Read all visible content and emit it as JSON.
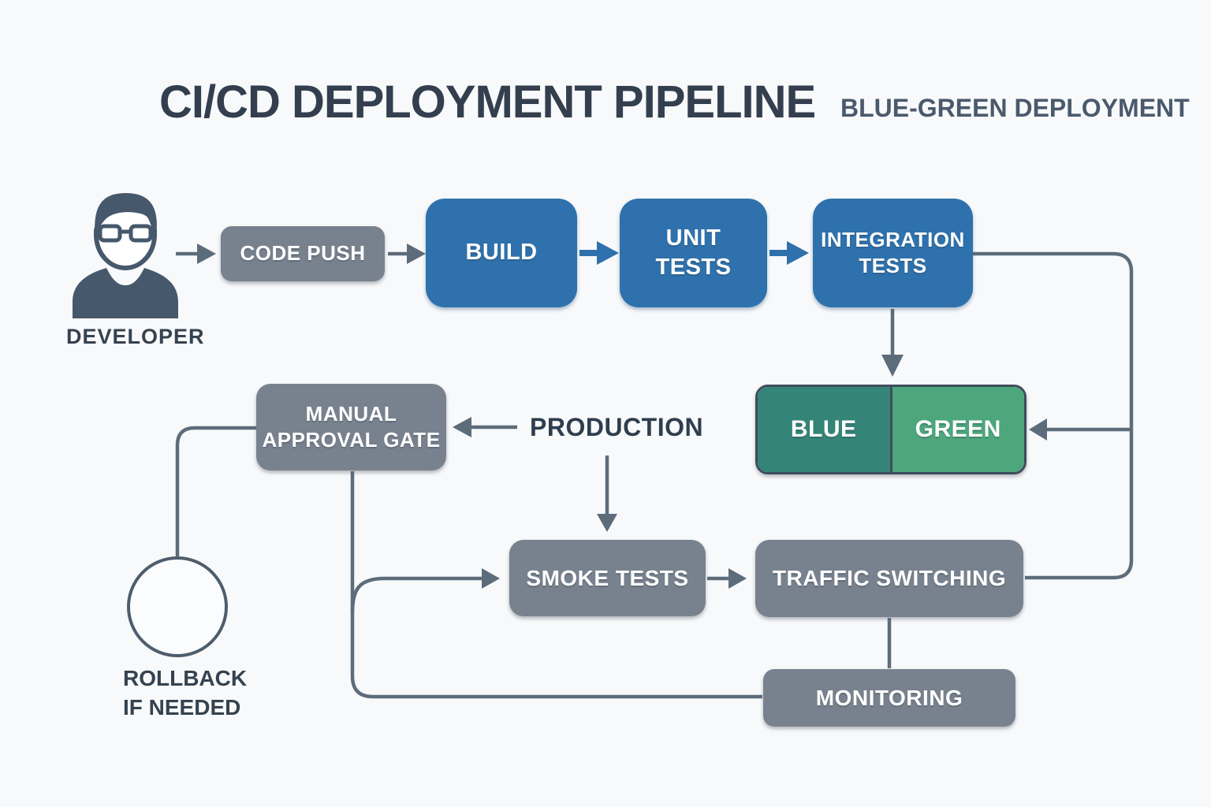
{
  "header": {
    "title": "CI/CD DEPLOYMENT PIPELINE",
    "subtitle": "BLUE-GREEN DEPLOYMENT"
  },
  "nodes": {
    "developer_label": "DEVELOPER",
    "code_push": "CODE PUSH",
    "build": "BUILD",
    "unit_tests": "UNIT\nTESTS",
    "integration_tests": "INTEGRATION\nTESTS",
    "blue_env": "BLUE",
    "green_env": "GREEN",
    "manual_approval_gate": "MANUAL\nAPPROVAL GATE",
    "production": "PRODUCTION",
    "smoke_tests": "SMOKE TESTS",
    "traffic_switching": "TRAFFIC SWITCHING",
    "monitoring": "MONITORING",
    "rollback": "ROLLBACK\nIF NEEDED"
  },
  "colors": {
    "background": "#f8f9fa",
    "stage_blue": "#2e71ac",
    "box_gray": "#78828e",
    "env_blue_teal": "#348478",
    "env_green": "#4da67c",
    "env_border": "#3e4d5d",
    "connector": "#5d6c7b",
    "icon_slate": "#46586b",
    "title_text": "#333f4e",
    "subtitle_text": "#4a5a6d",
    "label_text": "#35424f"
  }
}
